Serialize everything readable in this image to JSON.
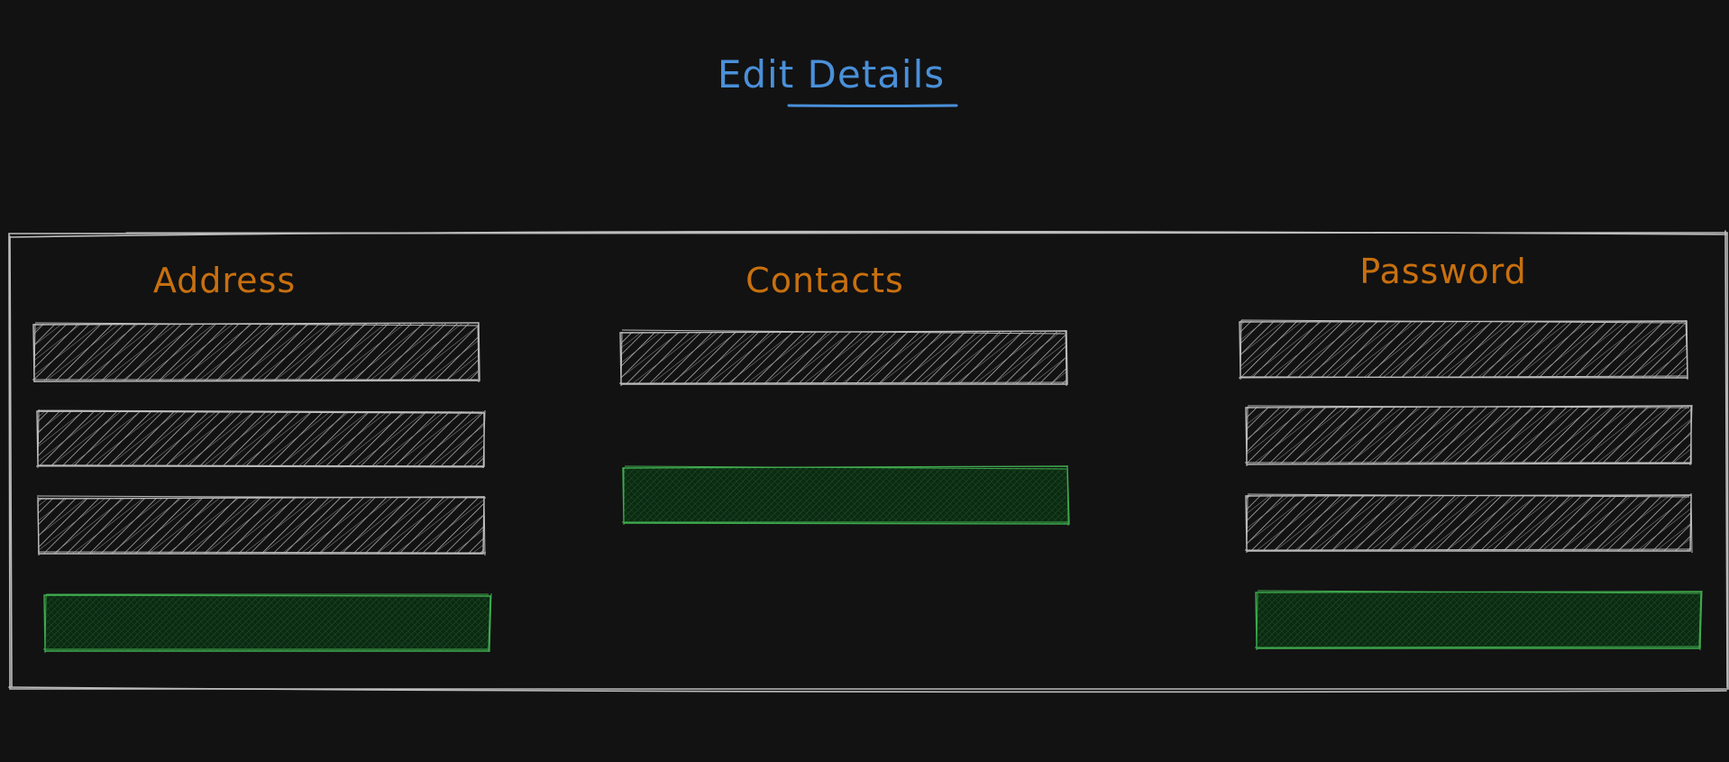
{
  "title": "Edit Details",
  "colors": {
    "background": "#121212",
    "title": "#4a90d9",
    "section_title": "#c8700f",
    "field_stroke": "#bdbdbd",
    "button_stroke": "#3faa4e",
    "button_fill": "#0c2a12"
  },
  "sections": [
    {
      "title": "Address",
      "field_count": 3,
      "button_count": 1
    },
    {
      "title": "Contacts",
      "field_count": 1,
      "button_count": 1
    },
    {
      "title": "Password",
      "field_count": 3,
      "button_count": 1
    }
  ]
}
